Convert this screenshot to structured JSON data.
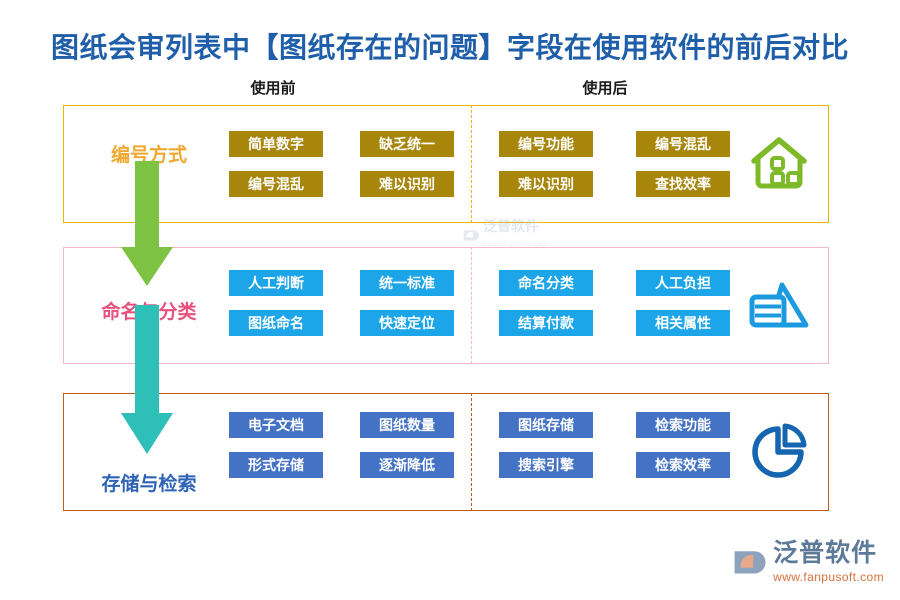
{
  "title": "图纸会审列表中【图纸存在的问题】字段在使用软件的前后对比",
  "columns": {
    "before": "使用前",
    "after": "使用后"
  },
  "colors": {
    "title": "#1F5FA9",
    "row1_border": "#E8B505",
    "row2_border": "#F3B9C6",
    "row3_border": "#C05A18",
    "row1_tag": "#A8860B",
    "row2_tag": "#1CA5E8",
    "row3_tag": "#4472C4",
    "row1_label": "#F0A830",
    "row2_label": "#E8507E",
    "row3_label": "#2E63B8",
    "arrow1": "#7DC242",
    "arrow2": "#2DBFB8",
    "icon1": "#7DB928",
    "icon2": "#1C9AE0",
    "icon3": "#1565B0"
  },
  "rows": [
    {
      "label": "编号方式",
      "icon": "house-icon",
      "before": [
        "简单数字",
        "缺乏统一",
        "编号混乱",
        "难以识别"
      ],
      "after": [
        "编号功能",
        "编号混乱",
        "难以识别",
        "查找效率"
      ]
    },
    {
      "label": "命名与分类",
      "icon": "chart-document-icon",
      "before": [
        "人工判断",
        "统一标准",
        "图纸命名",
        "快速定位"
      ],
      "after": [
        "命名分类",
        "人工负担",
        "结算付款",
        "相关属性"
      ]
    },
    {
      "label": "存储与检索",
      "icon": "pie-chart-icon",
      "before": [
        "电子文档",
        "图纸数量",
        "形式存储",
        "逐渐降低"
      ],
      "after": [
        "图纸存储",
        "检索功能",
        "搜索引擎",
        "检索效率"
      ]
    }
  ],
  "watermark": {
    "main": "泛普软件",
    "sub": "FANPU SOFTWARE"
  },
  "brand": {
    "name": "泛普软件",
    "url": "www.fanpusoft.com"
  }
}
